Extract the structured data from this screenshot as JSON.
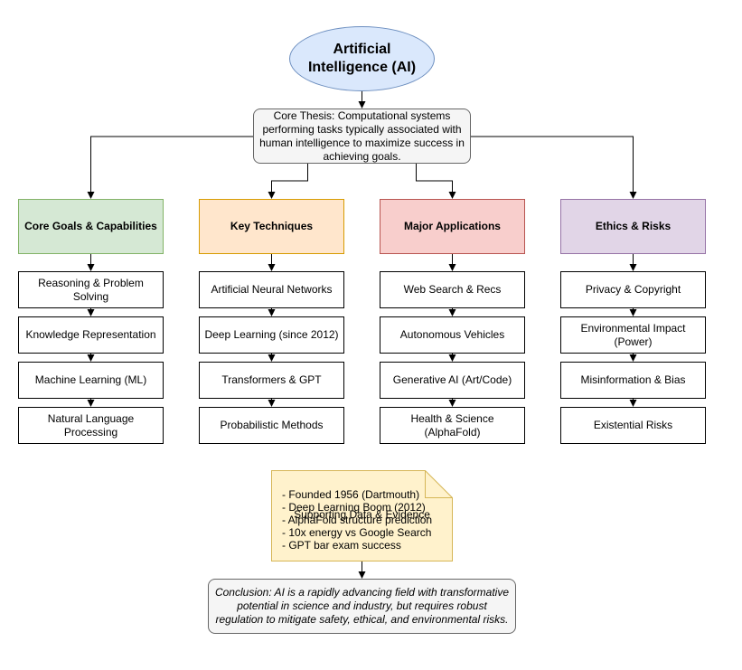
{
  "root": {
    "label": "Artificial Intelligence (AI)"
  },
  "thesis": {
    "text": "Core Thesis: Computational systems performing tasks typically associated with human intelligence to maximize success in achieving goals."
  },
  "columns": [
    {
      "title": "Core Goals & Capabilities",
      "fill": "#d5e8d4",
      "stroke": "#82b366",
      "items": [
        "Reasoning & Problem Solving",
        "Knowledge Representation",
        "Machine Learning (ML)",
        "Natural Language Processing"
      ]
    },
    {
      "title": "Key Techniques",
      "fill": "#ffe6cc",
      "stroke": "#d79b00",
      "items": [
        "Artificial Neural Networks",
        "Deep Learning (since 2012)",
        "Transformers & GPT",
        "Probabilistic Methods"
      ]
    },
    {
      "title": "Major Applications",
      "fill": "#f8cecc",
      "stroke": "#b85450",
      "items": [
        "Web Search & Recs",
        "Autonomous Vehicles",
        "Generative AI (Art/Code)",
        "Health & Science (AlphaFold)"
      ]
    },
    {
      "title": "Ethics & Risks",
      "fill": "#e1d5e7",
      "stroke": "#9673a6",
      "items": [
        "Privacy & Copyright",
        "Environmental Impact (Power)",
        "Misinformation & Bias",
        "Existential Risks"
      ]
    }
  ],
  "evidence": {
    "title": "Supporting Data & Evidence",
    "lines": [
      "- Founded 1956 (Dartmouth)",
      "- Deep Learning Boom (2012)",
      "- AlphaFold structure prediction",
      "- 10x energy vs Google Search",
      "- GPT bar exam success"
    ],
    "fill": "#fff2cc",
    "stroke": "#d6b656"
  },
  "conclusion": {
    "text": "Conclusion: AI is a rapidly advancing field with transformative potential in science and industry, but requires robust regulation to mitigate safety, ethical, and environmental risks."
  }
}
